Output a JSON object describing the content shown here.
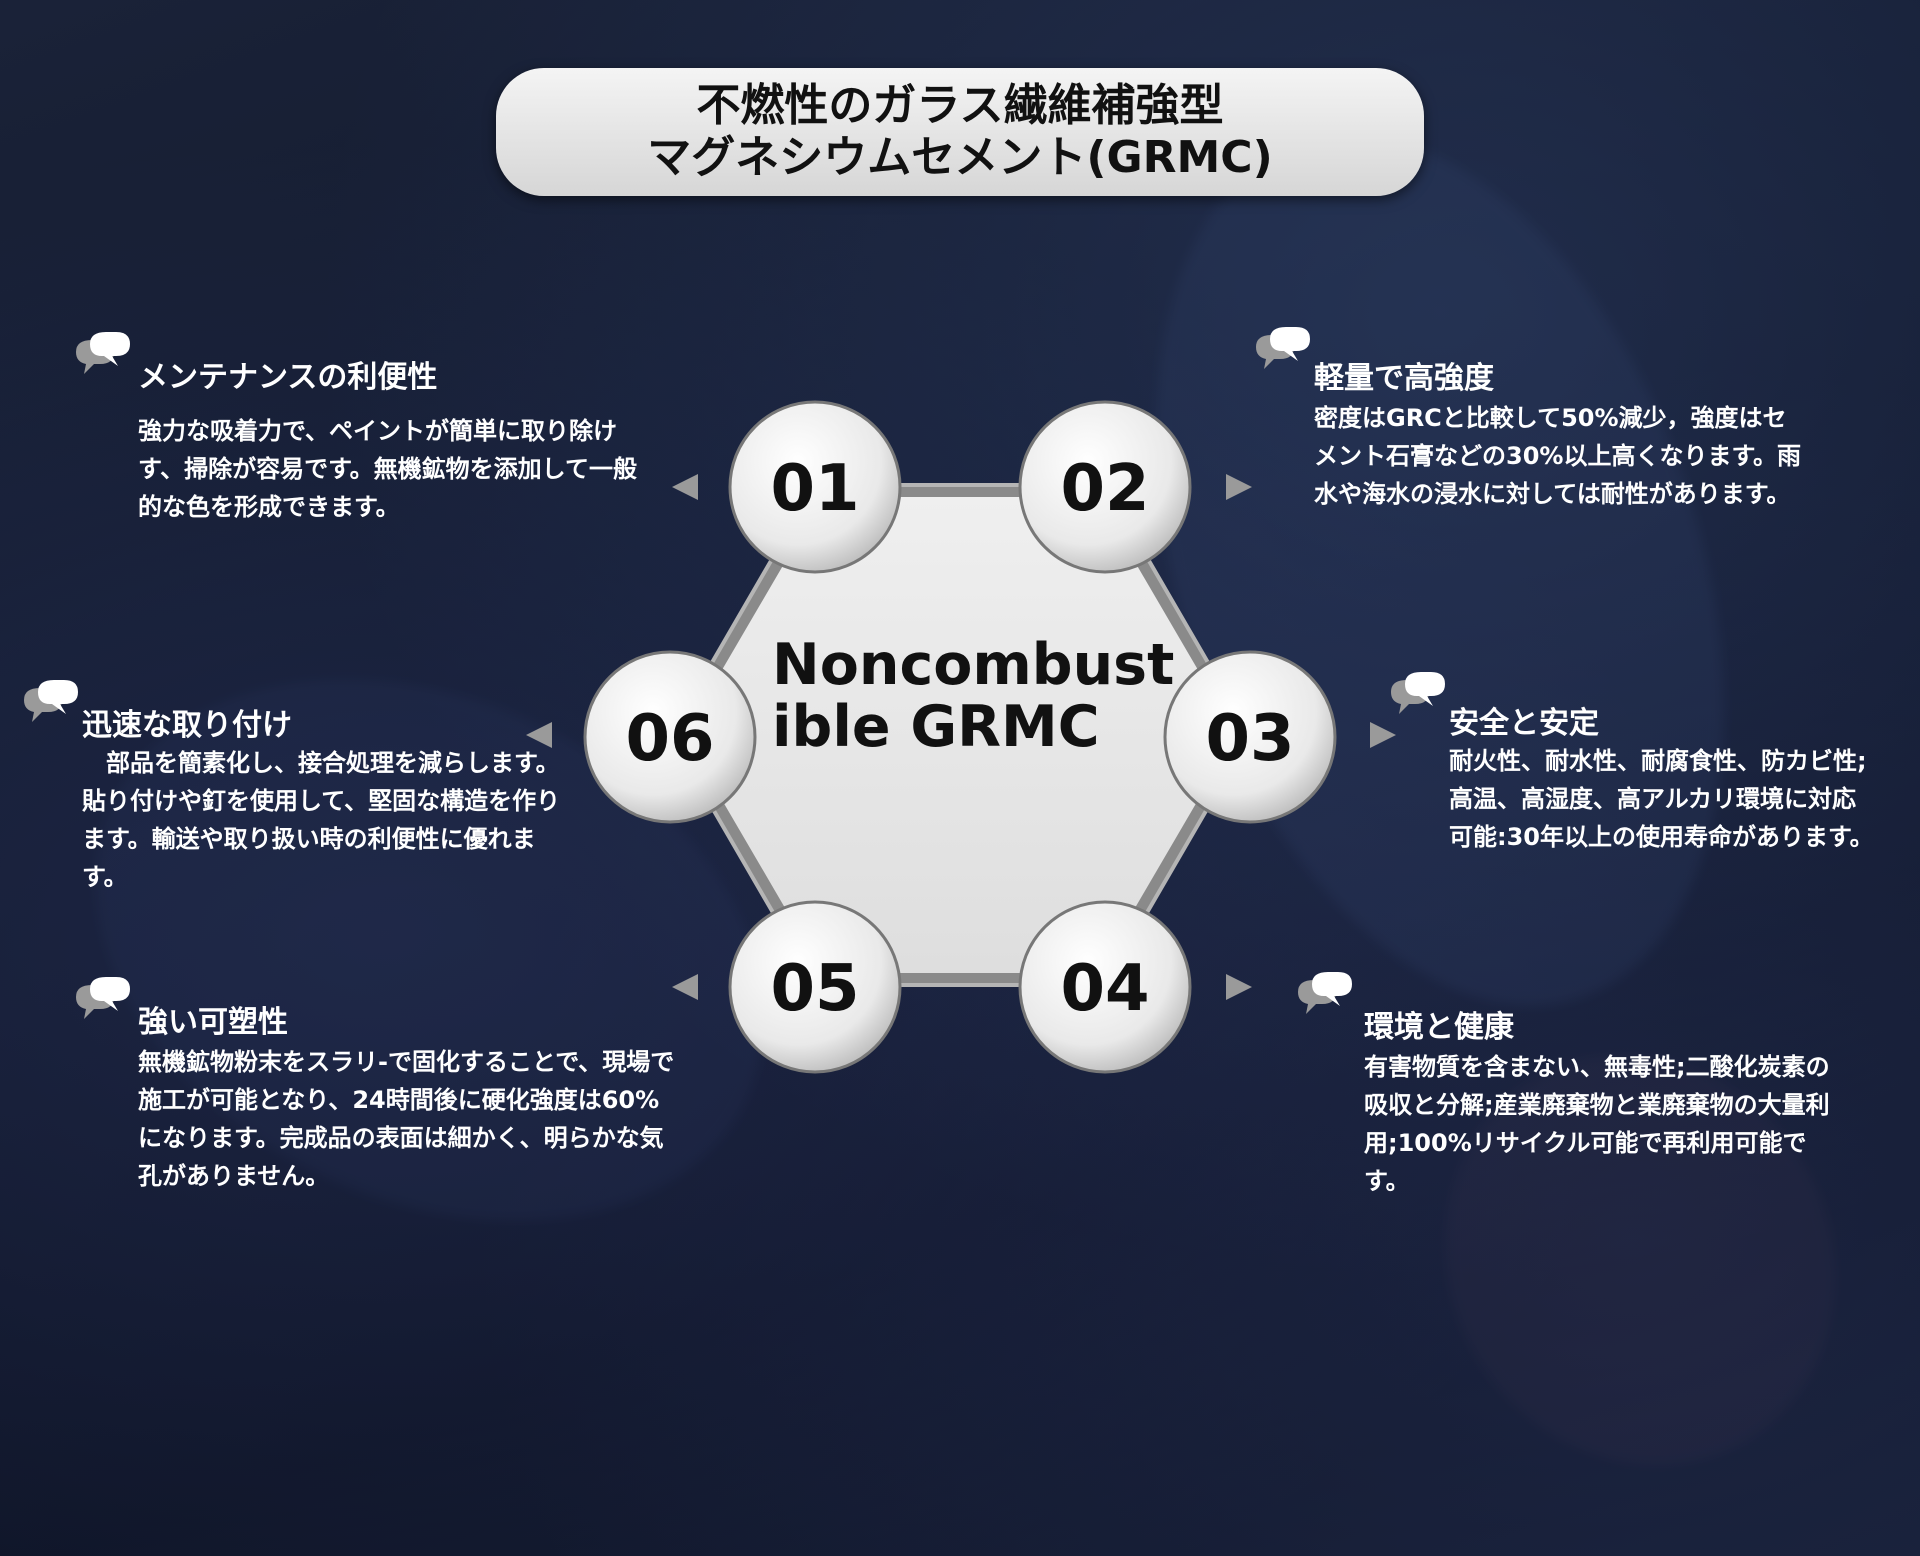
{
  "title": {
    "line1": "不燃性のガラス繊維補強型",
    "line2": "マグネシウムセメント(GRMC)"
  },
  "center": {
    "label": "Noncombustible GRMC"
  },
  "nodes": [
    {
      "number": "01"
    },
    {
      "number": "02"
    },
    {
      "number": "03"
    },
    {
      "number": "04"
    },
    {
      "number": "05"
    },
    {
      "number": "06"
    }
  ],
  "features": {
    "f01": {
      "heading": "メンテナンスの利便性",
      "body": "強力な吸着力で、ペイントが簡単に取り除けす、掃除が容易です。無機鉱物を添加して一般的な色を形成できます。"
    },
    "f02": {
      "heading": "軽量で高強度",
      "body": "密度はGRCと比較して50%減少，強度はセメント石膏などの30%以上高くなります。雨水や海水の浸水に対しては耐性があります。"
    },
    "f03": {
      "heading": "安全と安定",
      "body": "耐火性、耐水性、耐腐食性、防カビ性;高温、高湿度、高アルカリ環境に対応可能:30年以上の使用寿命があります。"
    },
    "f04": {
      "heading": "環境と健康",
      "body": "有害物質を含まない、無毒性;二酸化炭素の吸収と分解;産業廃棄物と業廃棄物の大量利用;100%リサイクル可能で再利用可能です。"
    },
    "f05": {
      "heading": "強い可塑性",
      "body": "無機鉱物粉末をスラリ-で固化することで、現場で施工が可能となり、24時間後に硬化強度は60%になります。完成品の表面は細かく、明らかな気孔がありません。"
    },
    "f06": {
      "heading": "迅速な取り付け",
      "body": "　部品を簡素化し、接合処理を減らします。貼り付けや釘を使用して、堅固な構造を作ります。輸送や取り扱い時の利便性に優れます。"
    }
  },
  "colors": {
    "background": "#141b2f",
    "circle_fill": "#f2f2f2",
    "hexagon_fill": "#e8e8e8",
    "arrow": "#9a9a9a",
    "text": "#ffffff"
  },
  "icon": "speech-bubbles-icon"
}
